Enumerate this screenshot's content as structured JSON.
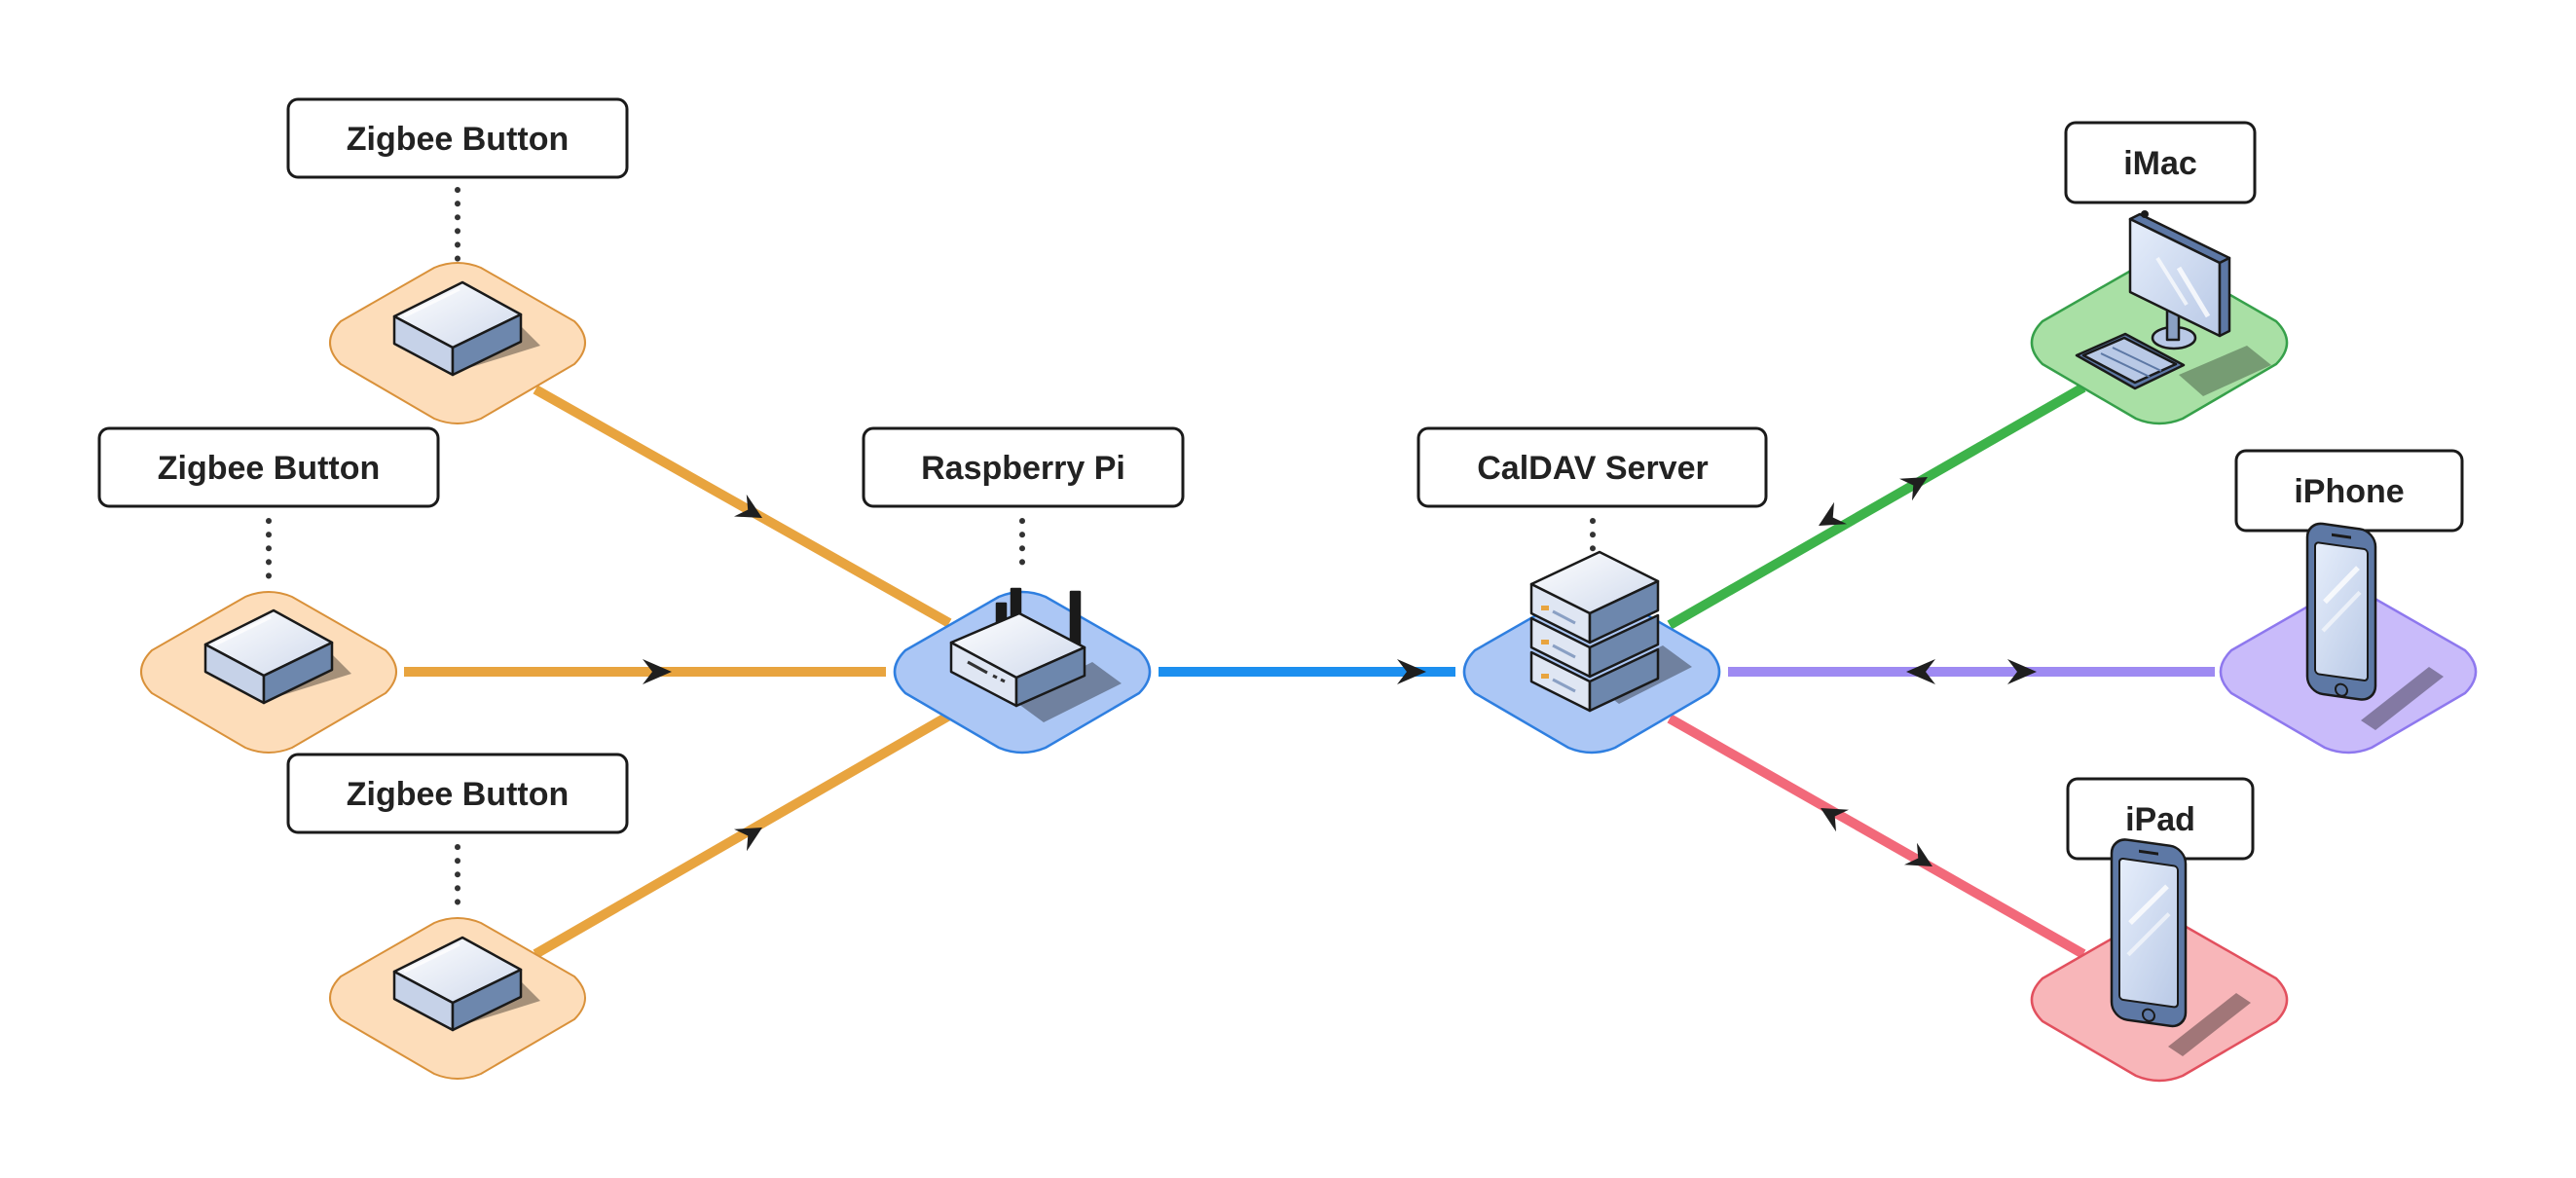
{
  "diagram": {
    "colors": {
      "zigbee_link": "#E8A43F",
      "zigbee_pad_fill": "#FDDDBA",
      "zigbee_pad_stroke": "#D9913A",
      "hub_link": "#1C8FEF",
      "hub_pad_fill": "#ACC7F5",
      "hub_pad_stroke": "#2F7FE0",
      "imac_link": "#3DB34A",
      "imac_pad_fill": "#A9E0A5",
      "imac_pad_stroke": "#36A04A",
      "iphone_link": "#9E8AF2",
      "iphone_pad_fill": "#C9BBFA",
      "iphone_pad_stroke": "#8E78EE",
      "ipad_link": "#F2697A",
      "ipad_pad_fill": "#F8B6B9",
      "ipad_pad_stroke": "#E2505E"
    },
    "nodes": {
      "zigbee_button_1": {
        "label": "Zigbee Button",
        "icon": "zigbee-button-icon"
      },
      "zigbee_button_2": {
        "label": "Zigbee Button",
        "icon": "zigbee-button-icon"
      },
      "zigbee_button_3": {
        "label": "Zigbee Button",
        "icon": "zigbee-button-icon"
      },
      "raspberry_pi": {
        "label": "Raspberry Pi",
        "icon": "router-icon"
      },
      "caldav_server": {
        "label": "CalDAV Server",
        "icon": "server-stack-icon"
      },
      "imac": {
        "label": "iMac",
        "icon": "desktop-computer-icon"
      },
      "iphone": {
        "label": "iPhone",
        "icon": "smartphone-icon"
      },
      "ipad": {
        "label": "iPad",
        "icon": "tablet-icon"
      }
    },
    "links": [
      {
        "from": "zigbee_button_1",
        "to": "raspberry_pi",
        "direction": "forward"
      },
      {
        "from": "zigbee_button_2",
        "to": "raspberry_pi",
        "direction": "forward"
      },
      {
        "from": "zigbee_button_3",
        "to": "raspberry_pi",
        "direction": "forward"
      },
      {
        "from": "raspberry_pi",
        "to": "caldav_server",
        "direction": "forward"
      },
      {
        "from": "caldav_server",
        "to": "imac",
        "direction": "both"
      },
      {
        "from": "caldav_server",
        "to": "iphone",
        "direction": "both"
      },
      {
        "from": "caldav_server",
        "to": "ipad",
        "direction": "both"
      }
    ]
  }
}
